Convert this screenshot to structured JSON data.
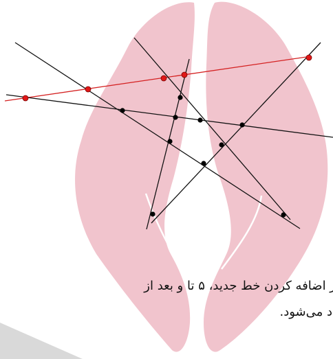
{
  "caption": {
    "line1": "ز اضافه کردن خط جدید، ۵ تا و بعد از",
    "line2": "اد می‌شود."
  },
  "colors": {
    "background": "#ffffff",
    "shape_fill": "#f1c4cd",
    "inner_curve": "#ffffff",
    "gray_band": "#d9d9d9",
    "black_line": "#111111",
    "red_line": "#d42020",
    "red_point_fill": "#e01818",
    "black_point_fill": "#000000"
  },
  "icons": {
    "shape": "pink-petal-shape",
    "points": "dot"
  }
}
